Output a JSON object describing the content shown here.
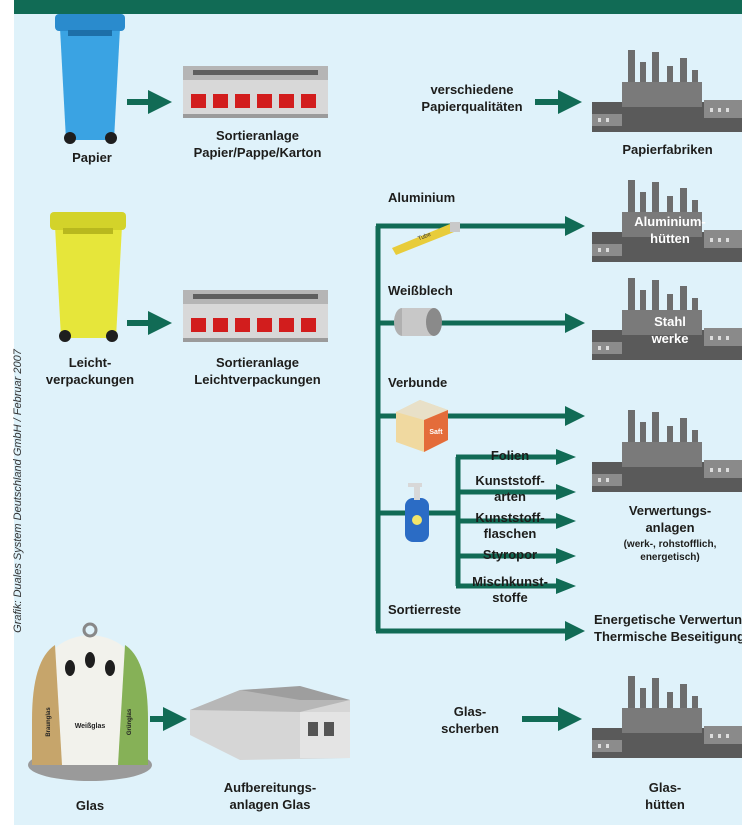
{
  "credit": "Grafik: Duales System Deutschland GmbH / Februar 2007",
  "colors": {
    "flow": "#116b55",
    "background": "#dff2fa",
    "paper_bin": "#3aa3e3",
    "yellow_bin": "#e6e63a"
  },
  "rows": {
    "paper": {
      "source": "Papier",
      "plant_line1": "Sortieranlage",
      "plant_line2": "Papier/Pappe/Karton",
      "mid_line1": "verschiedene",
      "mid_line2": "Papierqualitäten",
      "target": "Papierfabriken"
    },
    "light": {
      "source_line1": "Leicht-",
      "source_line2": "verpackungen",
      "plant_line1": "Sortieranlage",
      "plant_line2": "Leichtverpackungen",
      "branches": {
        "aluminium": "Aluminium",
        "weissblech": "Weißblech",
        "verbunde": "Verbunde",
        "sortierreste": "Sortierreste"
      },
      "plastics": {
        "folien": "Folien",
        "kunststoffarten_1": "Kunststoff-",
        "kunststoffarten_2": "arten",
        "flaschen_1": "Kunststoff-",
        "flaschen_2": "flaschen",
        "styropor": "Styropor",
        "misch_1": "Mischkunst-",
        "misch_2": "stoffe"
      },
      "targets": {
        "alu_line1": "Aluminium-",
        "alu_line2": "hütten",
        "stahl_line1": "Stahl",
        "stahl_line2": "werke",
        "verw_line1": "Verwertungs-",
        "verw_line2": "anlagen",
        "verw_note1": "(werk-, rohstofflich,",
        "verw_note2": "energetisch)",
        "energy_line1": "Energetische Verwertung",
        "energy_line2": "Thermische Beseitigung"
      },
      "icons": {
        "tube_text": "Tube",
        "carton_text": "Saft"
      }
    },
    "glass": {
      "source": "Glas",
      "container_labels": [
        "Braunglas",
        "Weißglas",
        "Grünglas"
      ],
      "plant_line1": "Aufbereitungs-",
      "plant_line2": "anlagen Glas",
      "mid_line1": "Glas-",
      "mid_line2": "scherben",
      "target_line1": "Glas-",
      "target_line2": "hütten"
    }
  }
}
